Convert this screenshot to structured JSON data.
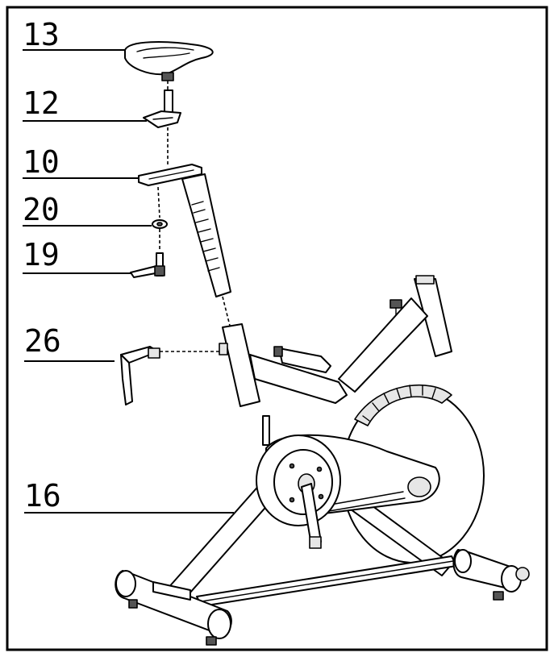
{
  "diagram": {
    "callouts": [
      {
        "id": "13",
        "label": "13"
      },
      {
        "id": "12",
        "label": "12"
      },
      {
        "id": "10",
        "label": "10"
      },
      {
        "id": "20",
        "label": "20"
      },
      {
        "id": "19",
        "label": "19"
      },
      {
        "id": "26",
        "label": "26"
      },
      {
        "id": "16",
        "label": "16"
      }
    ]
  }
}
